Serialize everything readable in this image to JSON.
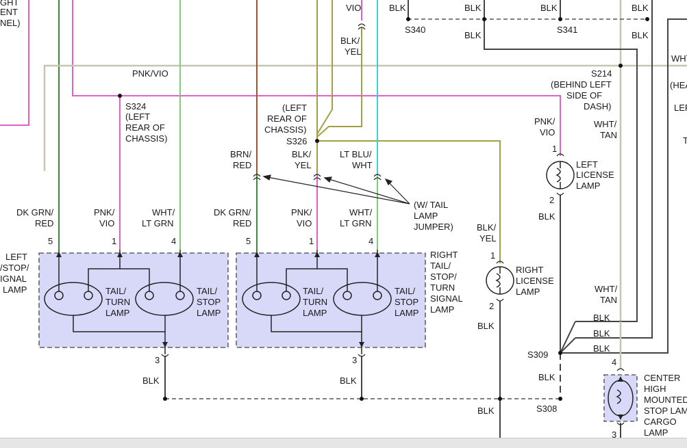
{
  "labels": {
    "topleft1": "GHT",
    "topleft2": "ENT",
    "topleft3": "NEL)",
    "vio": "VIO",
    "blk": "BLK",
    "blk_yel": "BLK/",
    "yel": "YEL",
    "s340": "S340",
    "s341": "S341",
    "pnk_vio": "PNK/VIO",
    "s214": "S214",
    "behind1": "(BEHIND LEFT",
    "behind2": "SIDE OF",
    "behind3": "DASH)",
    "wht_right": "WHT",
    "hea": "(HEA",
    "lef": "LEF",
    "t": "T",
    "s324": "S324",
    "left_paren": "(LEFT",
    "rear_of": "REAR OF",
    "chassis_paren": "CHASSIS)",
    "left_paren_lower": "(LEFT",
    "rear_of_lower": "REAR OF",
    "chassis_lower": "CHASSIS)",
    "s326": "S326",
    "pnk_slash": "PNK/",
    "vio_paren": "VIO",
    "wht_slash": "WHT/",
    "tan": "TAN",
    "left": "LEFT",
    "license": "LICENSE",
    "lamp": "LAMP",
    "brn": "BRN/",
    "red": "RED",
    "lt_blu": "LT BLU/",
    "wht": "WHT",
    "w_tail": "(W/ TAIL",
    "lamp_word": "LAMP",
    "jumper": "JUMPER)",
    "dk_grn": "DK GRN/",
    "pnk": "PNK/",
    "lt_grn": "LT GRN",
    "num_1": "1",
    "num_2": "2",
    "num_3": "3",
    "num_4": "4",
    "num_5": "5",
    "stop": "/STOP/",
    "ignal": "IGNAL",
    "tail": "TAIL/",
    "turn": "TURN",
    "stop_slash": "STOP/",
    "signal": "SIGNAL",
    "right": "RIGHT",
    "tail_slash_stop": "TAIL/",
    "stop_word": "STOP",
    "s309": "S309",
    "s308": "S308",
    "center": "CENTER",
    "high": "HIGH",
    "mounted": "MOUNTED",
    "stop_lam": "STOP LAM",
    "cargo": "CARGO"
  }
}
